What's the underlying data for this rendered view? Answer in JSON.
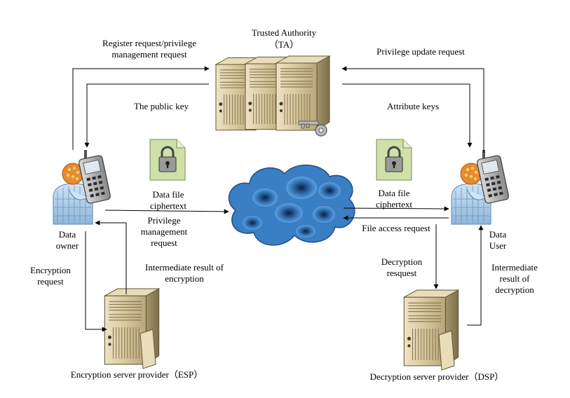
{
  "nodes": {
    "ta_title": "Trusted Authority",
    "ta_abbr": "（TA）",
    "data_owner_line1": "Data",
    "data_owner_line2": "owner",
    "data_user_line1": "Data",
    "data_user_line2": "User",
    "esp": "Encryption server provider（ESP）",
    "dsp": "Decryption server provider（DSP）"
  },
  "edges": {
    "register_line1": "Register request/privilege",
    "register_line2": "management request",
    "public_key": "The public key",
    "privilege_update": "Privilege update request",
    "attribute_keys": "Attribute keys",
    "ciphertext_left_line1": "Data file",
    "ciphertext_left_line2": "ciphertext",
    "privilege_mgmt_line1": "Privilege",
    "privilege_mgmt_line2": "management",
    "privilege_mgmt_line3": "request",
    "ciphertext_right_line1": "Data file",
    "ciphertext_right_line2": "ciphertext",
    "file_access": "File access request",
    "encryption_request_line1": "Encryption",
    "encryption_request_line2": "request",
    "intermediate_enc_line1": "Intermediate result of",
    "intermediate_enc_line2": "encryption",
    "decryption_request_line1": "Decryption",
    "decryption_request_line2": "resquest",
    "intermediate_dec_line1": "Intermediate",
    "intermediate_dec_line2": "result of",
    "intermediate_dec_line3": "decryption"
  },
  "icons": [
    "server-icon",
    "key-icon",
    "locked-document-icon",
    "cloud-icon",
    "person-with-phone-icon"
  ],
  "colors": {
    "server": "#c9b890",
    "document": "#cfe0a8",
    "cloud": "#3a7ec4",
    "person": "#e88a2e",
    "phone": "#9a9a9a"
  }
}
